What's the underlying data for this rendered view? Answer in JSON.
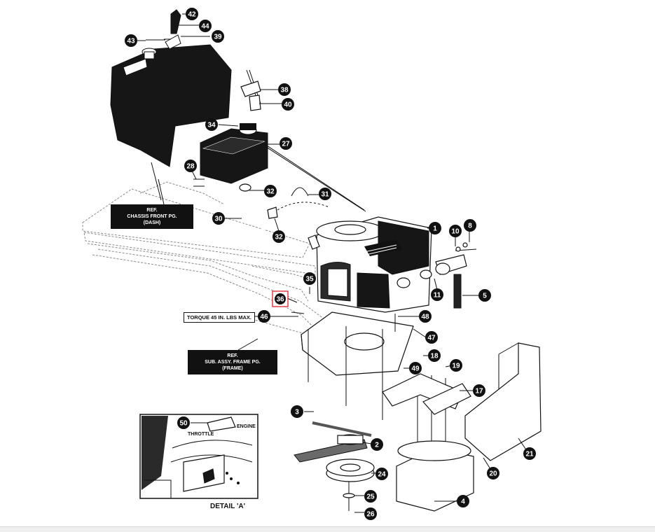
{
  "callouts": [
    {
      "n": "1",
      "selected": false
    },
    {
      "n": "2",
      "selected": false
    },
    {
      "n": "3",
      "selected": false
    },
    {
      "n": "4",
      "selected": false
    },
    {
      "n": "5",
      "selected": false
    },
    {
      "n": "8",
      "selected": false
    },
    {
      "n": "10",
      "selected": false
    },
    {
      "n": "11",
      "selected": false
    },
    {
      "n": "17",
      "selected": false
    },
    {
      "n": "18",
      "selected": false
    },
    {
      "n": "19",
      "selected": false
    },
    {
      "n": "20",
      "selected": false
    },
    {
      "n": "21",
      "selected": false
    },
    {
      "n": "24",
      "selected": false
    },
    {
      "n": "25",
      "selected": false
    },
    {
      "n": "26",
      "selected": false
    },
    {
      "n": "27",
      "selected": false
    },
    {
      "n": "28",
      "selected": false
    },
    {
      "n": "30",
      "selected": false
    },
    {
      "n": "31",
      "selected": false
    },
    {
      "n": "32",
      "selected": false
    },
    {
      "n": "32",
      "selected": false
    },
    {
      "n": "34",
      "selected": false
    },
    {
      "n": "35",
      "selected": false
    },
    {
      "n": "36",
      "selected": true
    },
    {
      "n": "38",
      "selected": false
    },
    {
      "n": "39",
      "selected": false
    },
    {
      "n": "40",
      "selected": false
    },
    {
      "n": "42",
      "selected": false
    },
    {
      "n": "43",
      "selected": false
    },
    {
      "n": "44",
      "selected": false
    },
    {
      "n": "46",
      "selected": false
    },
    {
      "n": "47",
      "selected": false
    },
    {
      "n": "48",
      "selected": false
    },
    {
      "n": "49",
      "selected": false
    },
    {
      "n": "50",
      "selected": false
    }
  ],
  "labels": {
    "ref_chassis": "REF.\nCHASSIS FRONT PG.\n(DASH)",
    "ref_frame": "REF.\nSUB. ASSY. FRAME PG.\n(FRAME)",
    "torque": "TORQUE 45 IN. LBS MAX."
  },
  "detail": {
    "caption": "DETAIL 'A'",
    "throttle": "THROTTLE",
    "engine": "ENGINE"
  },
  "colors": {
    "callout_fill": "#111111",
    "selected_outline": "#e0303a"
  }
}
